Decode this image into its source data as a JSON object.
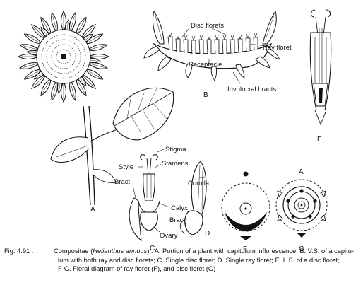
{
  "labels": {
    "disc_florets": "Disc florets",
    "ray_floret": "Ray floret",
    "receptacle": "Receptacle",
    "involucral_bracts": "Involucral bracts",
    "stigma": "Stigma",
    "style": "Style",
    "stamens": "Stamens",
    "corolla": "Corolla",
    "bract_c": "Bract",
    "calyx": "Calyx",
    "bract_d": "Bract",
    "ovary": "Ovary"
  },
  "panels": {
    "a": "A",
    "b": "B",
    "c": "C",
    "d": "D",
    "e": "E",
    "f": "F",
    "g": "G",
    "g_top": "A"
  },
  "caption": {
    "fig_number": "Fig. 4.91 :",
    "line1_pre": "Compositae (",
    "line1_italic": "Helianthus annuus",
    "line1_post": ") : A. Portion of a plant with capitulum inflorescence; B. V.S. of a capitu-",
    "line2": "lum with both ray and disc florets; C. Single disc floret; D. Single ray floret; E. L.S. of a disc floret;",
    "line3": "F-G. Floral diagram of ray floret (F), and disc floret (G)"
  }
}
